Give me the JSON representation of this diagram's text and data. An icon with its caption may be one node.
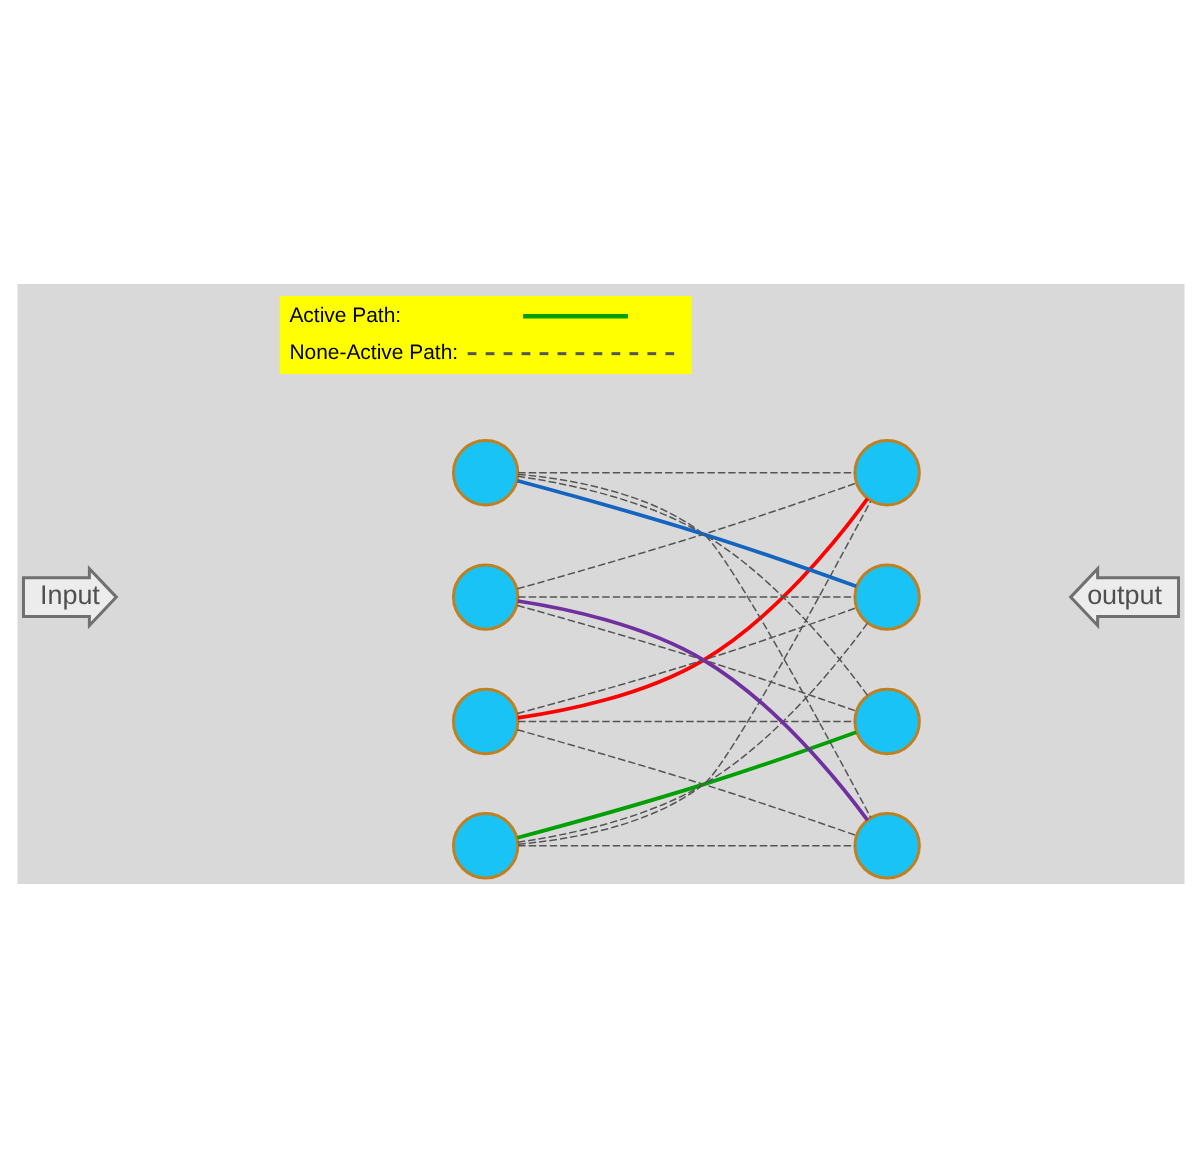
{
  "diagram": {
    "nodes": [
      {
        "text": [],
        "shape": "circle"
      },
      {
        "text": [],
        "shape": "circle"
      },
      {
        "text": [],
        "shape": "circle"
      },
      {
        "text": [],
        "shape": "circle"
      },
      {
        "text": [],
        "shape": "circle"
      },
      {
        "text": [],
        "shape": "circle"
      },
      {
        "text": [],
        "shape": "circle"
      },
      {
        "text": [],
        "shape": "circle"
      },
      {
        "text": [
          "Input"
        ]
      },
      {
        "text": [
          "output"
        ]
      }
    ],
    "edges": [
      {
        "from": 0,
        "to": 4,
        "arrow": "none",
        "style": "dashed"
      },
      {
        "from": 0,
        "to": 5,
        "arrow": "none",
        "style": "dashed"
      },
      {
        "from": 0,
        "to": 6,
        "arrow": "none",
        "color": "#ff0000"
      },
      {
        "from": 0,
        "to": 7,
        "arrow": "none",
        "style": "dashed"
      },
      {
        "from": 1,
        "to": 4,
        "arrow": "none",
        "color": "#00a000"
      },
      {
        "from": 1,
        "to": 5,
        "arrow": "none",
        "style": "dashed"
      },
      {
        "from": 1,
        "to": 6,
        "arrow": "none",
        "style": "dashed"
      },
      {
        "from": 1,
        "to": 7,
        "arrow": "none",
        "style": "dashed"
      },
      {
        "from": 2,
        "to": 4,
        "arrow": "none",
        "style": "dashed"
      },
      {
        "from": 2,
        "to": 5,
        "arrow": "none",
        "style": "dashed"
      },
      {
        "from": 2,
        "to": 6,
        "arrow": "none",
        "style": "dashed"
      },
      {
        "from": 2,
        "to": 7,
        "arrow": "none",
        "color": "#1565c0"
      },
      {
        "from": 3,
        "to": 4,
        "arrow": "none",
        "style": "dashed"
      },
      {
        "from": 3,
        "to": 5,
        "arrow": "none",
        "color": "#7030a0"
      },
      {
        "from": 3,
        "to": 6,
        "arrow": "none",
        "style": "dashed"
      },
      {
        "from": 3,
        "to": 7,
        "arrow": "none",
        "style": "dashed"
      }
    ],
    "legend": [
      {
        "text": "Active Path:"
      },
      {
        "text": "None-Active Path:"
      }
    ]
  }
}
